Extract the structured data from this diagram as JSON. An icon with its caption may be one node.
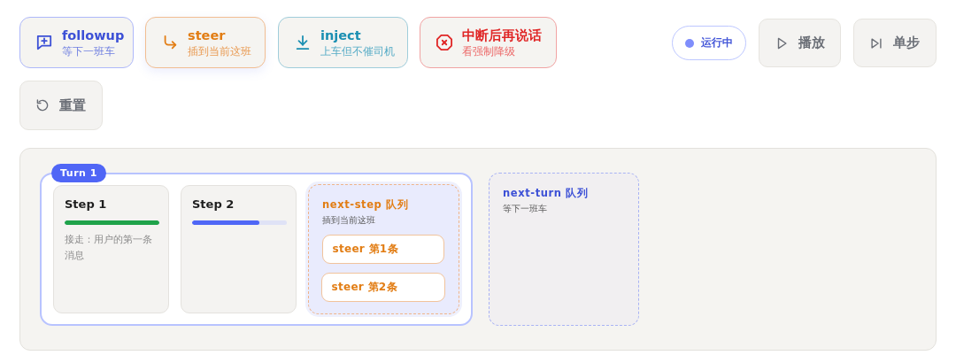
{
  "diagram": {
    "nodes": [
      {
        "text": [
          "followup",
          "等下一班车"
        ]
      },
      {
        "text": [
          "steer",
          "插到当前这班"
        ]
      },
      {
        "text": [
          "inject",
          "上车但不催司机"
        ]
      },
      {
        "text": [
          "中断后再说话",
          "看强制降级"
        ]
      },
      {
        "text": [
          "运行中"
        ]
      },
      {
        "text": [
          "播放"
        ]
      },
      {
        "text": [
          "单步"
        ]
      },
      {
        "text": [
          "重置"
        ]
      },
      {
        "text": [],
        "shape": "box"
      },
      {
        "text": [
          "Turn 1"
        ],
        "in": 8
      },
      {
        "text": [
          "Step 1",
          "接走：用户的第一条消息"
        ],
        "in": 9
      },
      {
        "text": [
          "Step 2"
        ],
        "in": 9
      },
      {
        "text": [
          "next-step 队列",
          "插到当前这班"
        ],
        "in": 9
      },
      {
        "text": [
          "steer 第1条"
        ],
        "in": 12
      },
      {
        "text": [
          "steer 第2条"
        ],
        "in": 12
      },
      {
        "text": [
          "next-turn 队列",
          "等下一班车"
        ],
        "in": 8
      }
    ]
  }
}
